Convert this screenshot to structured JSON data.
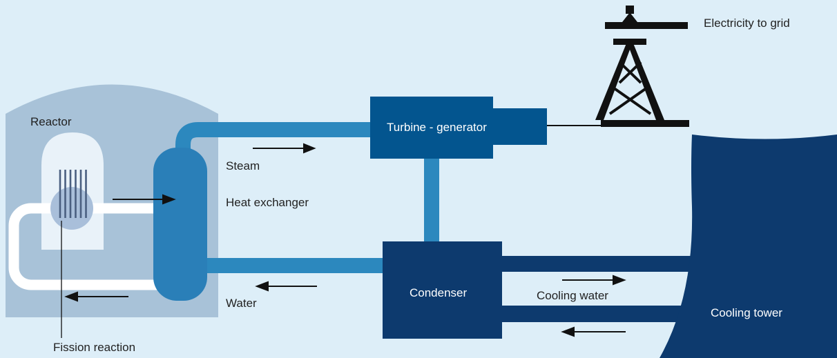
{
  "labels": {
    "reactor": "Reactor",
    "fission": "Fission reaction",
    "steam": "Steam",
    "heat_exchanger": "Heat exchanger",
    "water": "Water",
    "turbine": "Turbine - generator",
    "condenser": "Condenser",
    "cooling_water": "Cooling water",
    "cooling_tower": "Cooling tower",
    "electricity": "Electricity to grid"
  },
  "colors": {
    "background": "#ddeef8",
    "containment": "#a8c2d8",
    "reactor_vessel": "#e9f2f9",
    "primary_loop": "#ffffff",
    "core": "#a9bfda",
    "pipe": "#2c88be",
    "heat_exchanger": "#2a7fb8",
    "turbine": "#03558f",
    "condenser": "#0d3a6e",
    "cooling_tower": "#0d3a6e",
    "pylon": "#111111"
  },
  "icons": [
    "arrow-right-icon",
    "arrow-left-icon",
    "transmission-tower-icon",
    "control-rod-icon"
  ]
}
